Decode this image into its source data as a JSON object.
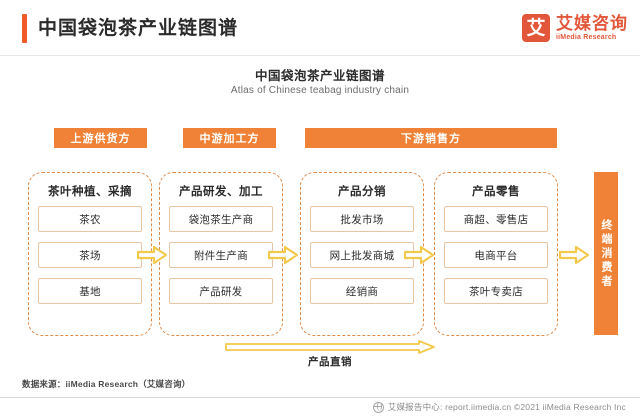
{
  "header": {
    "title": "中国袋泡茶产业链图谱",
    "logo_mark": "艾",
    "logo_cn": "艾媒咨询",
    "logo_en": "iiMedia Research"
  },
  "chart": {
    "title": "中国袋泡茶产业链图谱",
    "subtitle": "Atlas of Chinese teabag industry chain"
  },
  "banners": [
    {
      "label": "上游供货方"
    },
    {
      "label": "中游加工方"
    },
    {
      "label": "下游销售方"
    }
  ],
  "columns": [
    {
      "title": "茶叶种植、采摘",
      "items": [
        "茶农",
        "茶场",
        "基地"
      ]
    },
    {
      "title": "产品研发、加工",
      "items": [
        "袋泡茶生产商",
        "附件生产商",
        "产品研发"
      ]
    },
    {
      "title": "产品分销",
      "items": [
        "批发市场",
        "网上批发商城",
        "经销商"
      ]
    },
    {
      "title": "产品零售",
      "items": [
        "商超、零售店",
        "电商平台",
        "茶叶专卖店"
      ]
    }
  ],
  "terminal": {
    "label": "终端消费者"
  },
  "direct_sales": {
    "label": "产品直销"
  },
  "source": {
    "text": "数据来源：iiMedia  Research（艾媒咨询）"
  },
  "footer": {
    "text": "艾媒报告中心: report.iimedia.cn  ©2021  iiMedia Research Inc"
  },
  "colors": {
    "accent_red": "#f05a28",
    "brand_orange": "#ef8236",
    "logo_red": "#e2563a",
    "dashed_border": "#e08a4a",
    "item_border": "#e8c5a4",
    "arrow_yellow": "#f2c94c"
  }
}
